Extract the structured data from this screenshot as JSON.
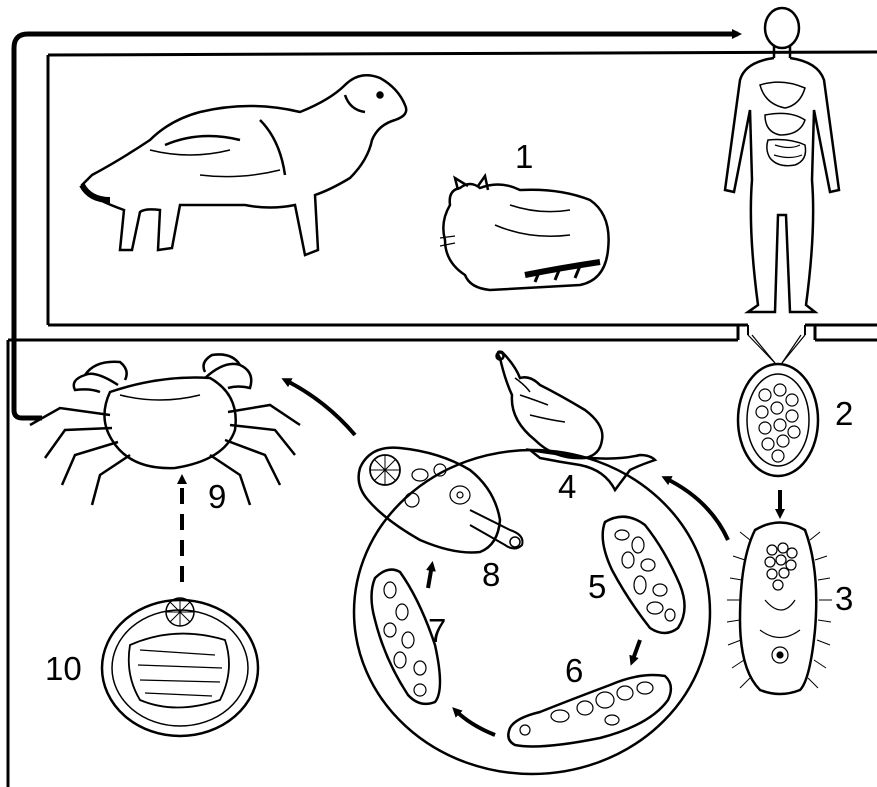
{
  "labels": {
    "n1": "1",
    "n2": "2",
    "n3": "3",
    "n4": "4",
    "n5": "5",
    "n6": "6",
    "n7": "7",
    "n8": "8",
    "n9": "9",
    "n10": "10"
  },
  "colors": {
    "ink": "#000000",
    "paper": "#ffffff"
  },
  "icons": [
    "dog-icon",
    "cat-icon",
    "human-body-icon",
    "egg-icon",
    "miracidium-icon",
    "snail-icon",
    "sporocyst-icon",
    "redia-icon",
    "cercaria-icon",
    "crab-icon",
    "metacercaria-cyst-icon"
  ]
}
